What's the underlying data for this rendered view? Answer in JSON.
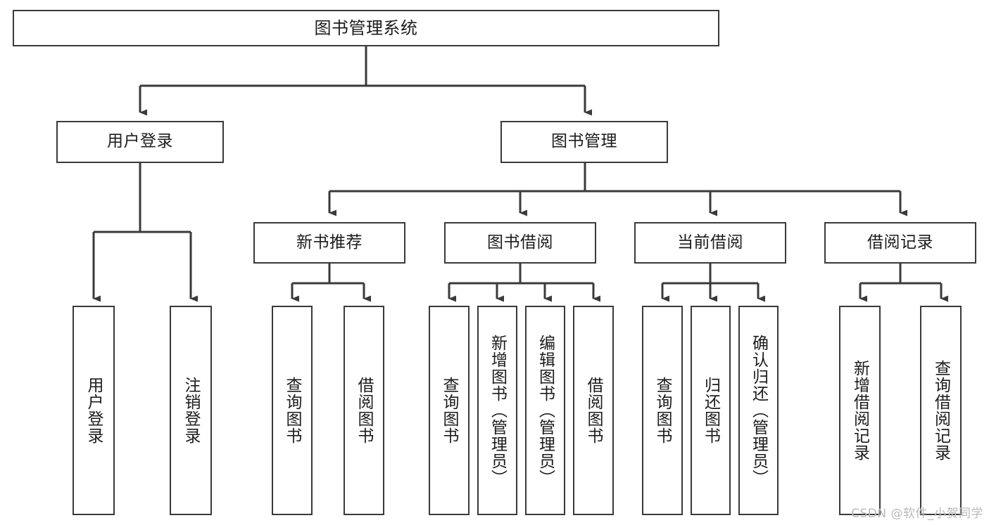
{
  "chart_data": {
    "type": "diagram",
    "title": "图书管理系统",
    "diagram_kind": "功能结构图 / tree hierarchy",
    "orientation": "top-down",
    "edge_style": "orthogonal elbow with filled arrowheads",
    "nodes": [
      {
        "id": "root",
        "label": "图书管理系统",
        "level": 0,
        "text_direction": "horizontal"
      },
      {
        "id": "user_login",
        "label": "用户登录",
        "level": 1,
        "text_direction": "horizontal"
      },
      {
        "id": "book_mgmt",
        "label": "图书管理",
        "level": 1,
        "text_direction": "horizontal"
      },
      {
        "id": "new_book_rec",
        "label": "新书推荐",
        "level": 2,
        "text_direction": "horizontal"
      },
      {
        "id": "book_borrow",
        "label": "图书借阅",
        "level": 2,
        "text_direction": "horizontal"
      },
      {
        "id": "current_borrow",
        "label": "当前借阅",
        "level": 2,
        "text_direction": "horizontal"
      },
      {
        "id": "borrow_record",
        "label": "借阅记录",
        "level": 2,
        "text_direction": "horizontal"
      },
      {
        "id": "leaf_user_login",
        "label": "用户登录",
        "level": 2,
        "text_direction": "vertical"
      },
      {
        "id": "leaf_logout",
        "label": "注销登录",
        "level": 2,
        "text_direction": "vertical"
      },
      {
        "id": "leaf_query_book_1",
        "label": "查询图书",
        "level": 3,
        "text_direction": "vertical"
      },
      {
        "id": "leaf_borrow_book_1",
        "label": "借阅图书",
        "level": 3,
        "text_direction": "vertical"
      },
      {
        "id": "leaf_query_book_2",
        "label": "查询图书",
        "level": 3,
        "text_direction": "vertical"
      },
      {
        "id": "leaf_add_book",
        "label": "新增图书（管理员）",
        "level": 3,
        "text_direction": "vertical"
      },
      {
        "id": "leaf_edit_book",
        "label": "编辑图书（管理员）",
        "level": 3,
        "text_direction": "vertical"
      },
      {
        "id": "leaf_borrow_book_2",
        "label": "借阅图书",
        "level": 3,
        "text_direction": "vertical"
      },
      {
        "id": "leaf_query_book_3",
        "label": "查询图书",
        "level": 3,
        "text_direction": "vertical"
      },
      {
        "id": "leaf_return_book",
        "label": "归还图书",
        "level": 3,
        "text_direction": "vertical"
      },
      {
        "id": "leaf_confirm_return",
        "label": "确认归还（管理员）",
        "level": 3,
        "text_direction": "vertical"
      },
      {
        "id": "leaf_add_record",
        "label": "新增借阅记录",
        "level": 3,
        "text_direction": "vertical"
      },
      {
        "id": "leaf_query_record",
        "label": "查询借阅记录",
        "level": 3,
        "text_direction": "vertical"
      }
    ],
    "edges": [
      {
        "from": "root",
        "to": "user_login"
      },
      {
        "from": "root",
        "to": "book_mgmt"
      },
      {
        "from": "user_login",
        "to": "leaf_user_login"
      },
      {
        "from": "user_login",
        "to": "leaf_logout"
      },
      {
        "from": "book_mgmt",
        "to": "new_book_rec"
      },
      {
        "from": "book_mgmt",
        "to": "book_borrow"
      },
      {
        "from": "book_mgmt",
        "to": "current_borrow"
      },
      {
        "from": "book_mgmt",
        "to": "borrow_record"
      },
      {
        "from": "new_book_rec",
        "to": "leaf_query_book_1"
      },
      {
        "from": "new_book_rec",
        "to": "leaf_borrow_book_1"
      },
      {
        "from": "book_borrow",
        "to": "leaf_query_book_2"
      },
      {
        "from": "book_borrow",
        "to": "leaf_add_book"
      },
      {
        "from": "book_borrow",
        "to": "leaf_edit_book"
      },
      {
        "from": "book_borrow",
        "to": "leaf_borrow_book_2"
      },
      {
        "from": "current_borrow",
        "to": "leaf_query_book_3"
      },
      {
        "from": "current_borrow",
        "to": "leaf_return_book"
      },
      {
        "from": "current_borrow",
        "to": "leaf_confirm_return"
      },
      {
        "from": "borrow_record",
        "to": "leaf_add_record"
      },
      {
        "from": "borrow_record",
        "to": "leaf_query_record"
      }
    ]
  },
  "colors": {
    "background": "#ffffff",
    "node_border": "#3a3a3a",
    "node_fill": "#ffffff",
    "text": "#1c1c1c",
    "connector": "#3a3a3a",
    "watermark": "#b9b9b9"
  },
  "watermark": {
    "text": "CSDN @软件_小贺同学"
  }
}
